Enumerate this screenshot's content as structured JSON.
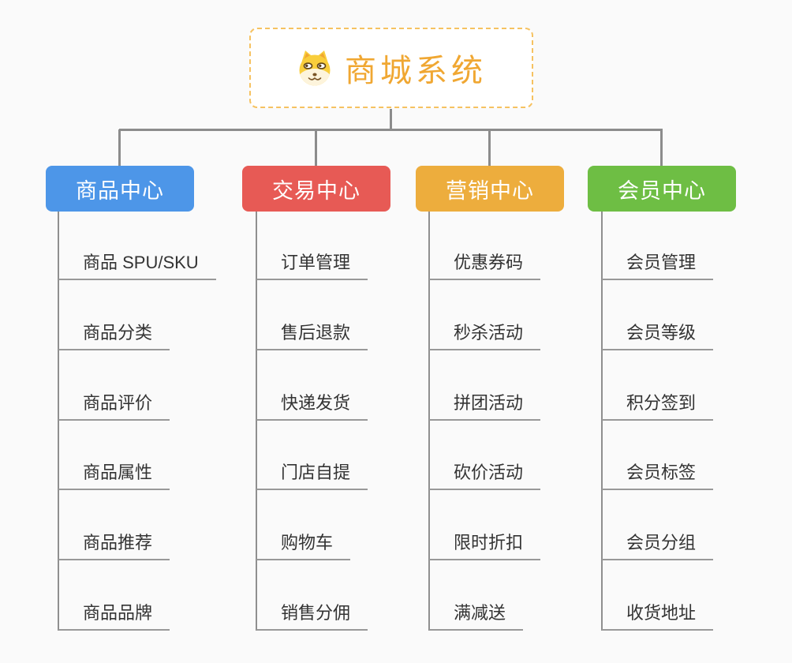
{
  "root": {
    "title": "商城系统",
    "icon": "doge-icon"
  },
  "branches": [
    {
      "label": "商品中心",
      "color": "#4D96E8",
      "children": [
        "商品 SPU/SKU",
        "商品分类",
        "商品评价",
        "商品属性",
        "商品推荐",
        "商品品牌"
      ]
    },
    {
      "label": "交易中心",
      "color": "#E75A55",
      "children": [
        "订单管理",
        "售后退款",
        "快递发货",
        "门店自提",
        "购物车",
        "销售分佣"
      ]
    },
    {
      "label": "营销中心",
      "color": "#EDAD3D",
      "children": [
        "优惠券码",
        "秒杀活动",
        "拼团活动",
        "砍价活动",
        "限时折扣",
        "满减送"
      ]
    },
    {
      "label": "会员中心",
      "color": "#6EBE44",
      "children": [
        "会员管理",
        "会员等级",
        "积分签到",
        "会员标签",
        "会员分组",
        "收货地址"
      ]
    }
  ],
  "colors": {
    "background": "#FAFAFA",
    "connector": "#8C8C8C",
    "leaf_underline": "#999999",
    "leaf_text": "#333333",
    "root_accent": "#F0A732",
    "root_border": "#F6C261"
  }
}
